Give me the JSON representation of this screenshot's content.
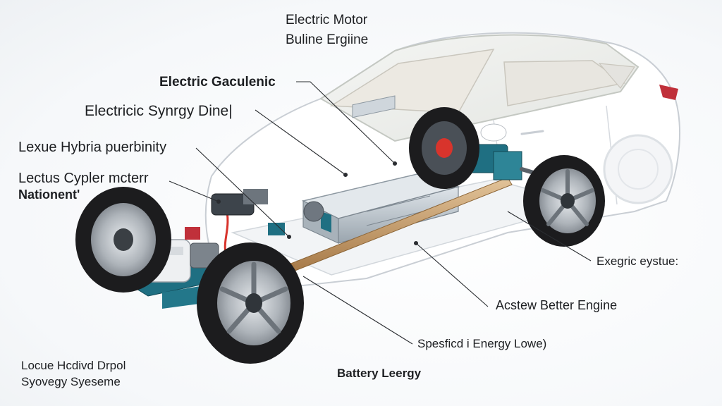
{
  "labels": {
    "electric_motor": "Electric Motor",
    "buline_ergiine": "Buline Ergiine",
    "electric_gaculenic": "Electric Gaculenic",
    "electricic_synrgy_dinel": "Electricic Synrgy Dine|",
    "lexue_hybria": "Lexue Hybria puerbinity",
    "lectus_cypler": "Lectus Cypler mcterr",
    "nationent": "Nationent'",
    "exegric_eystue": "Exegric eystue:",
    "acstew_better_engine": "Acstew Better Engine",
    "spesfied_energy": "Spesficd i Energy Lowe)",
    "battery_leergy": "Battery Leergy",
    "locue_hcdivd": "Locue Hcdivd Drpol",
    "syovegy_syeseme": "Syovegy Syeseme"
  },
  "colors": {
    "car_body": "#ffffff",
    "outline": "#c9ced4",
    "tire": "#1c1c1e",
    "rim": "#b9bec4",
    "battery": "#c4ccd3",
    "drive_shaft": "#c8a070",
    "teal_bracket": "#1f6f82",
    "red_cable": "#d8342c",
    "tail_light": "#c0303a"
  }
}
